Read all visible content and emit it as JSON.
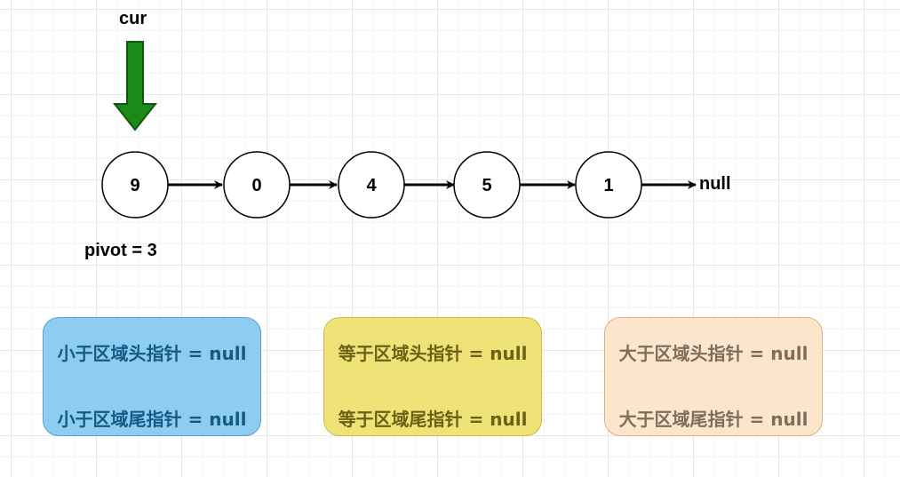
{
  "cur_label": "cur",
  "pivot_label": "pivot = 3",
  "null_label": "null",
  "nodes": [
    "9",
    "0",
    "4",
    "5",
    "1"
  ],
  "boxes": {
    "less": {
      "head": "小于区域头指针 = null",
      "tail": "小于区域尾指针 = null",
      "color": "#8ecdef"
    },
    "equal": {
      "head": "等于区域头指针 = null",
      "tail": "等于区域尾指针 = null",
      "color": "#efe276"
    },
    "greater": {
      "head": "大于区域头指针 = null",
      "tail": "大于区域尾指针 = null",
      "color": "#fbe5cd"
    }
  },
  "colors": {
    "pointer_arrow": "#1b8a1b",
    "link": "#000000"
  }
}
